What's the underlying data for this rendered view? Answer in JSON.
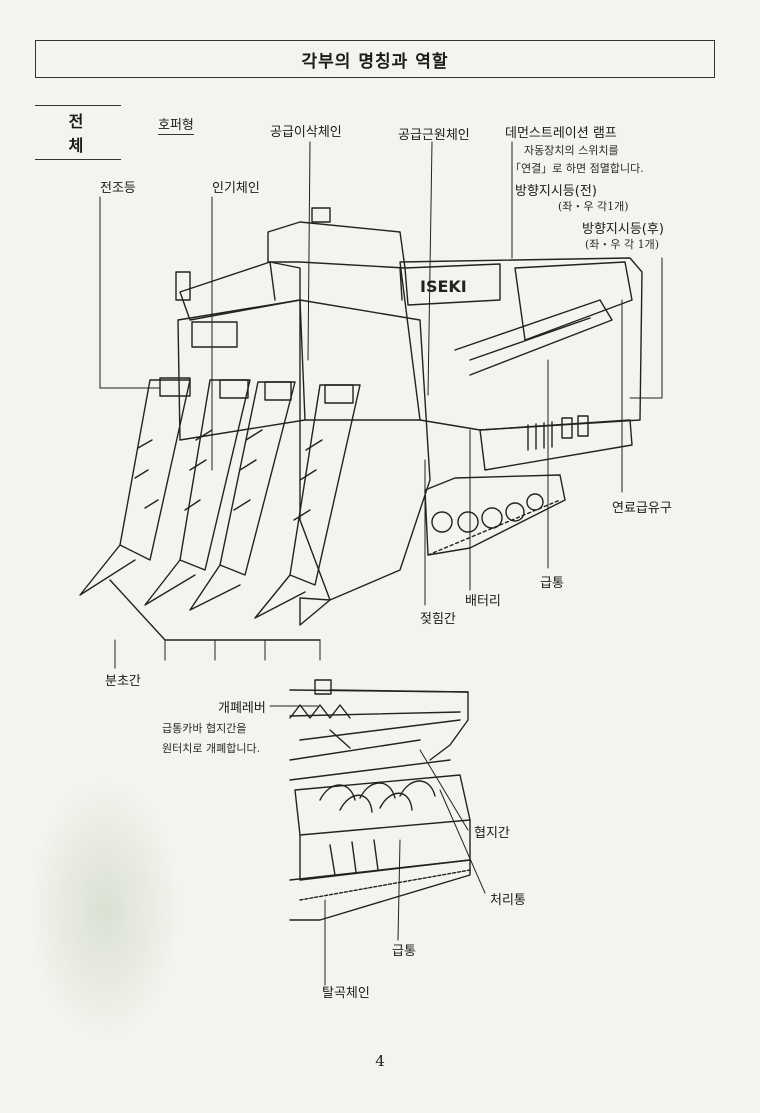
{
  "title": "각부의 명칭과 역할",
  "section": "전 체",
  "labels": {
    "type": "호퍼형",
    "supply_transplant_chain": "공급이삭체인",
    "supply_root_chain": "공급근원체인",
    "demo_lamp": "데먼스트레이션 램프",
    "turn_signal_front": "방향지시등(전)",
    "turn_signal_rear": "방향지시등(후)",
    "headlight": "전조등",
    "raising_chain": "인기체인",
    "fuel_inlet": "연료급유구",
    "feed_drum": "급통",
    "battery": "배터리",
    "pressing_rod": "젖힘간",
    "crop_divider": "분초간",
    "open_lever": "개폐레버",
    "pressing_rod_detail": "협지간",
    "processing_drum": "처리통",
    "feed_drum_detail": "급통",
    "threshing_chain": "탈곡체인"
  },
  "notes": {
    "demo_1": "자동장치의 스위치를",
    "demo_2": "「연결」로 하면 점멸합니다.",
    "count_front": "(좌・우 각1개)",
    "count_rear": "(좌・우 각 1개)",
    "lever_1": "급통카바 협지간을",
    "lever_2": "원터치로 개폐합니다."
  },
  "page_number": "4"
}
